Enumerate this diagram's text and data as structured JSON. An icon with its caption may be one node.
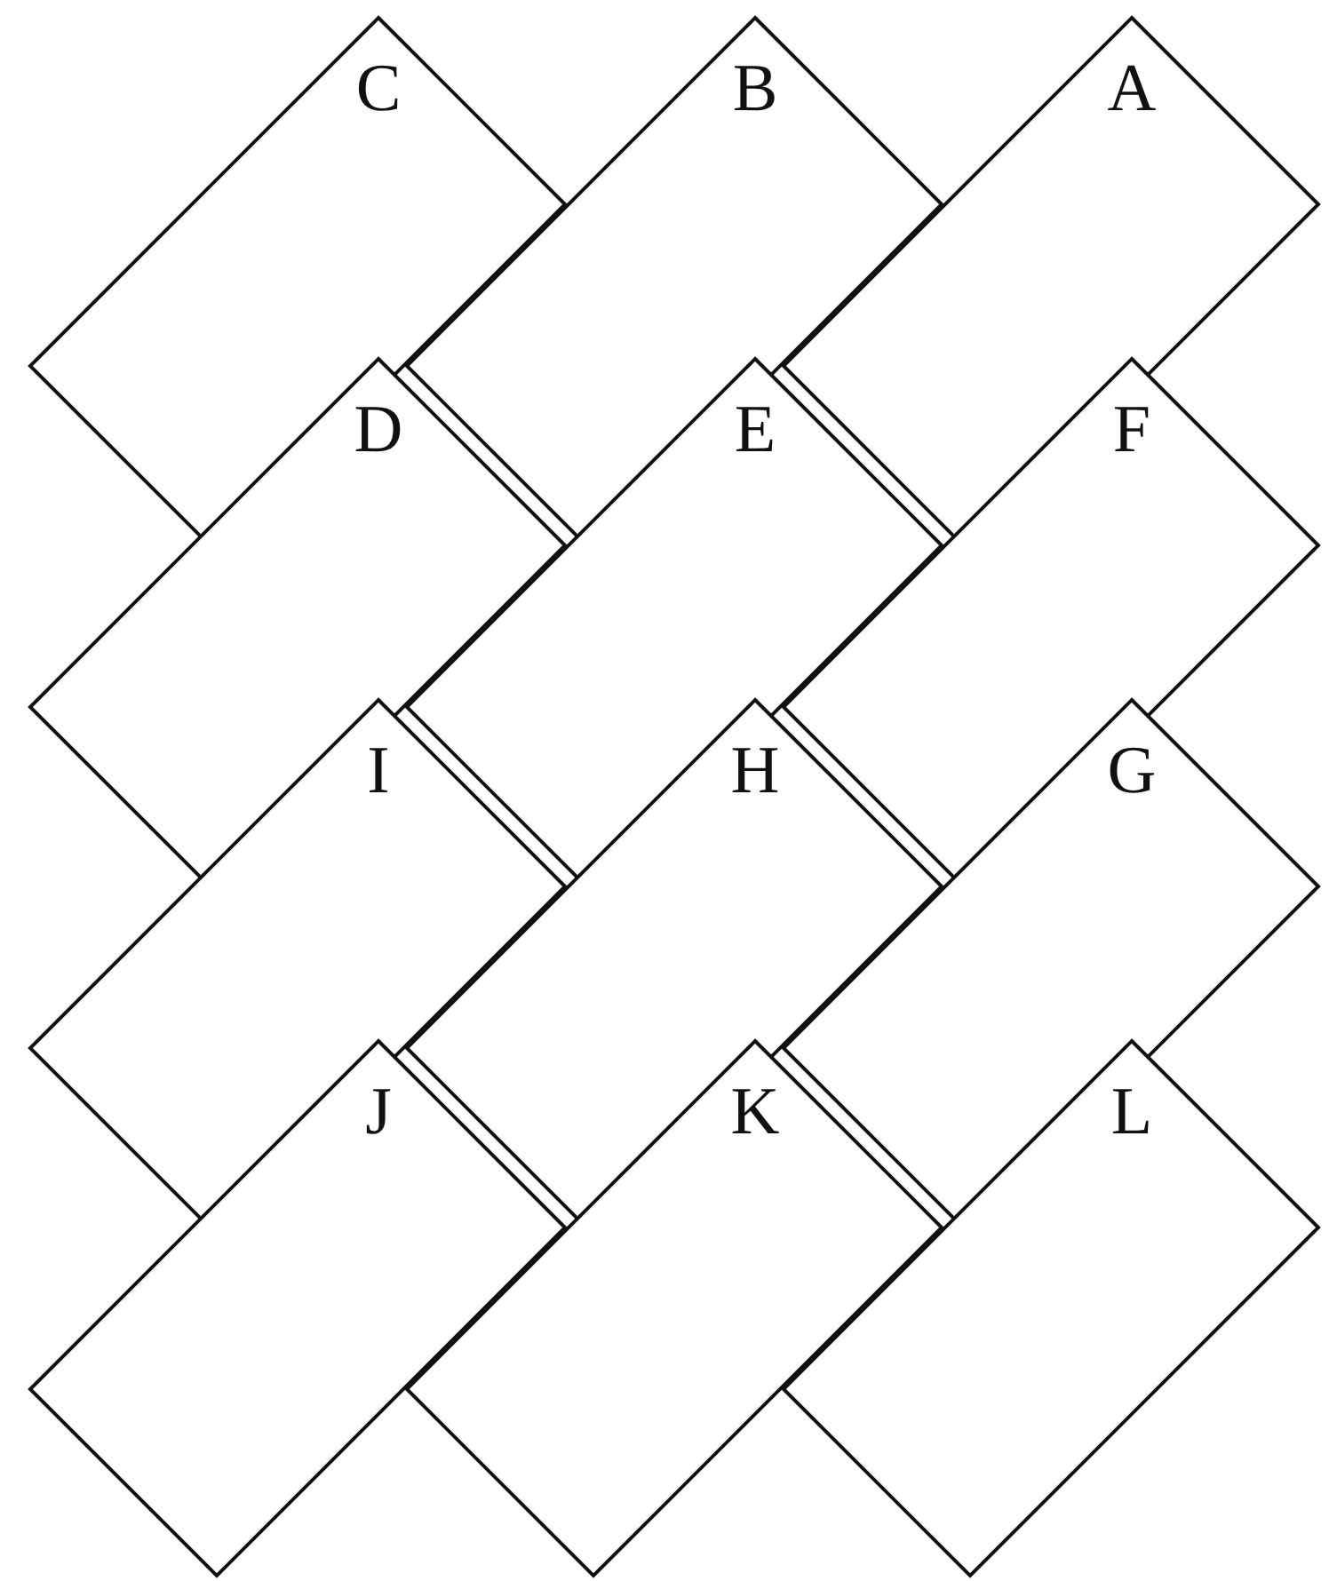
{
  "diagram": {
    "nodes": [
      {
        "text": [
          "C"
        ]
      },
      {
        "text": [
          "B"
        ]
      },
      {
        "text": [
          "A"
        ]
      },
      {
        "text": [
          "D"
        ]
      },
      {
        "text": [
          "E"
        ]
      },
      {
        "text": [
          "F"
        ]
      },
      {
        "text": [
          "I"
        ]
      },
      {
        "text": [
          "H"
        ]
      },
      {
        "text": [
          "G"
        ]
      },
      {
        "text": [
          "J"
        ]
      },
      {
        "text": [
          "K"
        ]
      },
      {
        "text": [
          "L"
        ]
      }
    ]
  }
}
